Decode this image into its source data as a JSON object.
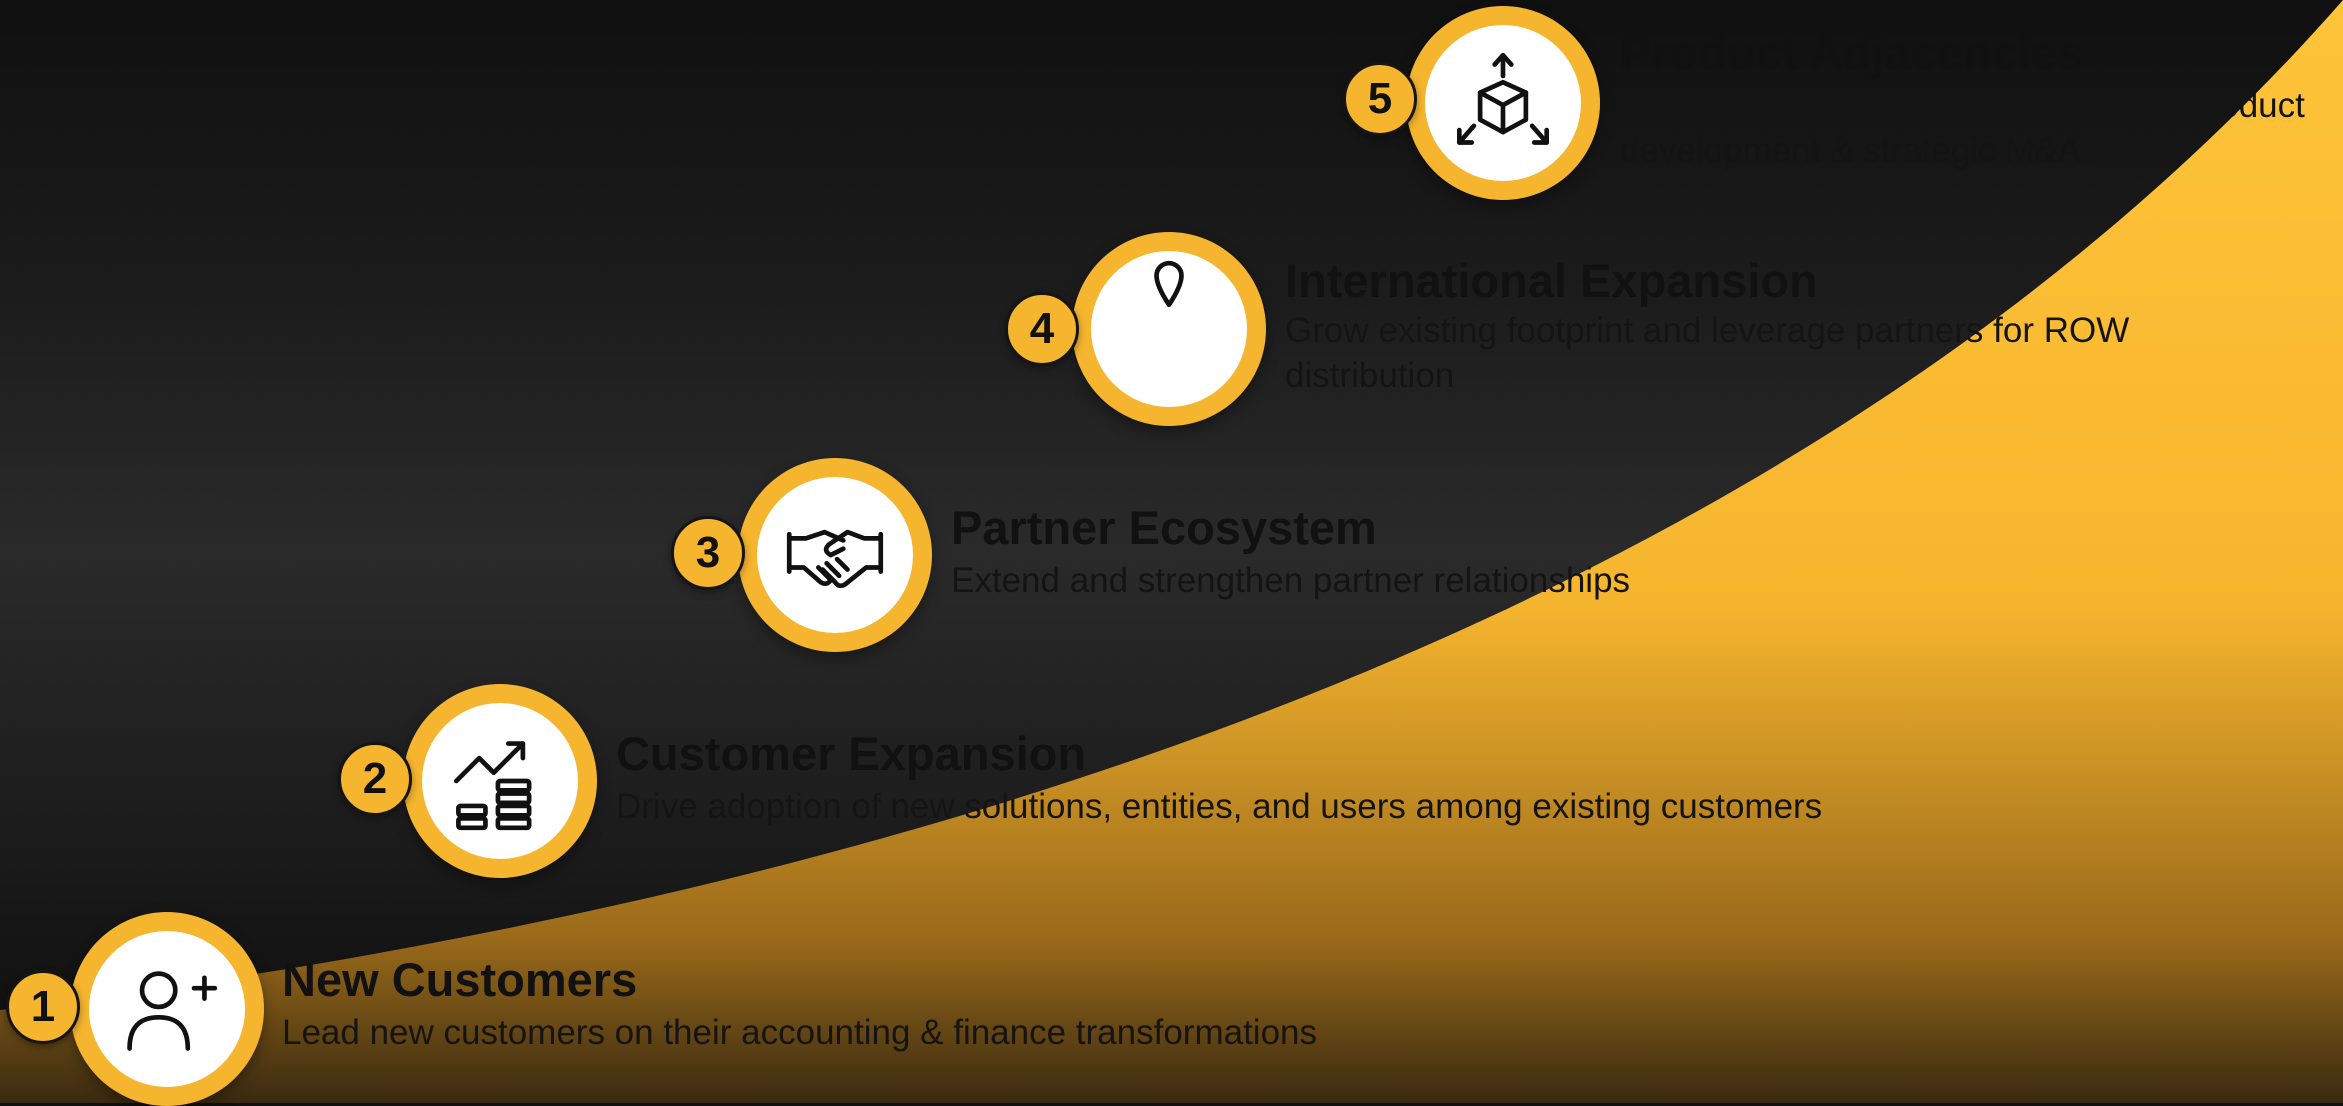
{
  "colors": {
    "accent": "#f6b52e",
    "background": "#1b1b1b",
    "bar": "#e8e8e8"
  },
  "steps": [
    {
      "number": "1",
      "title": "New Customers",
      "description": "Lead new customers on their accounting & finance transformations",
      "icon": "person-add-icon"
    },
    {
      "number": "2",
      "title": "Customer Expansion",
      "description": "Drive adoption of new solutions, entities, and users among existing customers",
      "icon": "growth-chart-coins-icon"
    },
    {
      "number": "3",
      "title": "Partner Ecosystem",
      "description": "Extend and strengthen partner relationships",
      "icon": "handshake-icon"
    },
    {
      "number": "4",
      "title": "International Expansion",
      "description": "Grow existing footprint and leverage partners for ROW distribution",
      "icon": "location-pin-icon"
    },
    {
      "number": "5",
      "title": "Product Adjacencies",
      "description": "Expand to relevant adjacencies with product development & strategic M&A",
      "icon": "box-expand-icon"
    }
  ]
}
